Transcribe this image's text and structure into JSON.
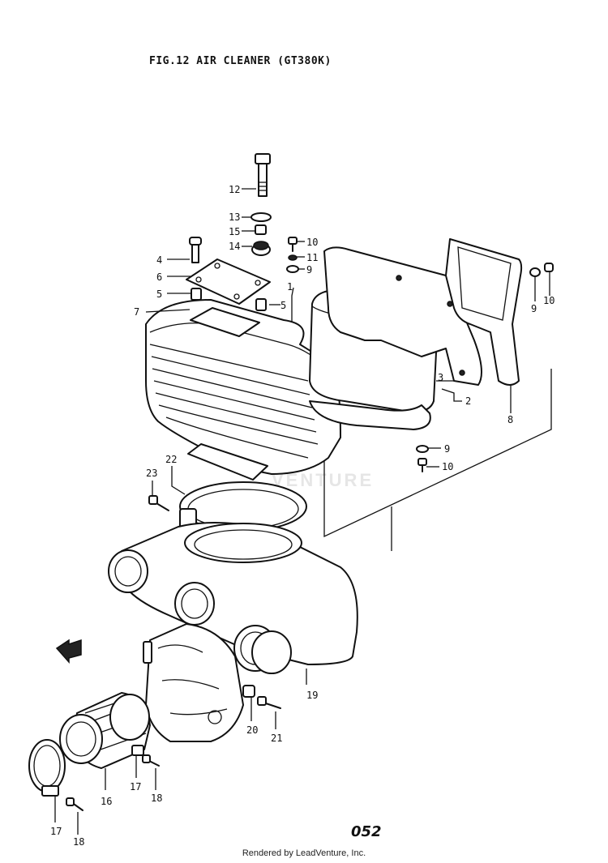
{
  "title": "FIG.12  AIR CLEANER (GT380K)",
  "page_number": "052",
  "footer": "Rendered by LeadVenture, Inc.",
  "watermark": "VENTURE",
  "callouts": {
    "c1": "1",
    "c2": "2",
    "c3": "3",
    "c4": "4",
    "c5a": "5",
    "c5b": "5",
    "c6": "6",
    "c7": "7",
    "c8": "8",
    "c9a": "9",
    "c9b": "9",
    "c9c": "9",
    "c10a": "10",
    "c10b": "10",
    "c10c": "10",
    "c11": "11",
    "c12": "12",
    "c13": "13",
    "c14": "14",
    "c15": "15",
    "c16": "16",
    "c17a": "17",
    "c17b": "17",
    "c18a": "18",
    "c18b": "18",
    "c19": "19",
    "c20": "20",
    "c21": "21",
    "c22": "22",
    "c23": "23"
  }
}
